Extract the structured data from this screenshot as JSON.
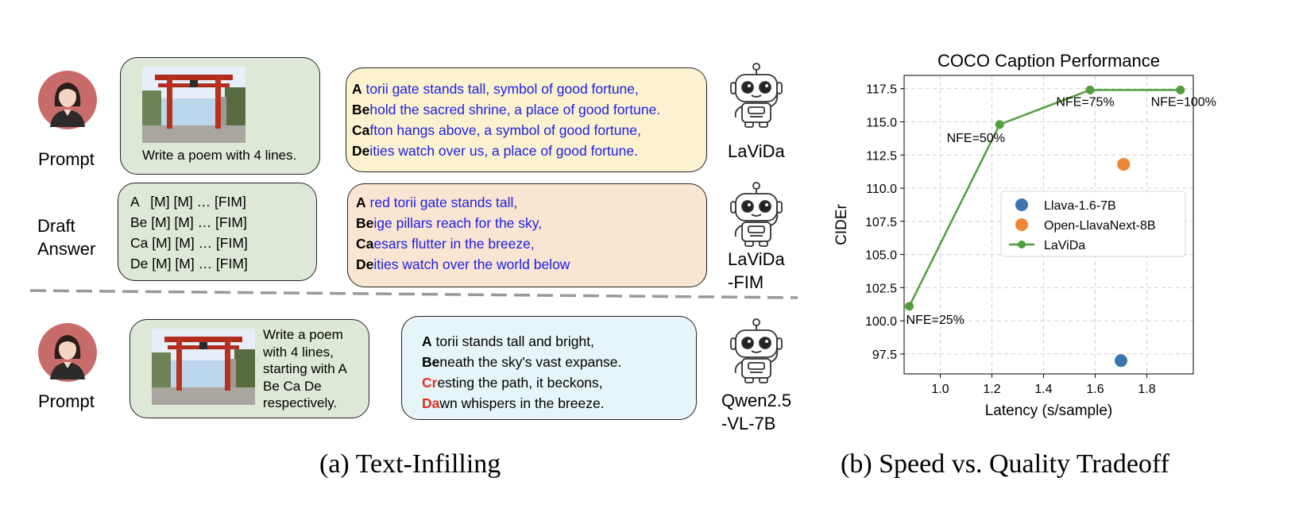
{
  "panel_a": {
    "caption": "(a) Text-Infilling",
    "row1": {
      "label": "Prompt",
      "prompt_text": "Write a poem with 4 lines.",
      "model": "LaViDa",
      "lines": [
        {
          "prefix": "A",
          "rest": " torii gate stands tall, symbol of good fortune,"
        },
        {
          "prefix": "Be",
          "rest": "hold the sacred shrine, a place of good fortune."
        },
        {
          "prefix": "Ca",
          "rest": "fton hangs above, a symbol of good fortune,"
        },
        {
          "prefix": "De",
          "rest": "ities watch over us, a place of good fortune."
        }
      ]
    },
    "row2": {
      "label_line1": "Draft",
      "label_line2": "Answer",
      "draft_lines": [
        "A   [M] [M] … [FIM]",
        "Be [M] [M] … [FIM]",
        "Ca [M] [M] … [FIM]",
        "De [M] [M] … [FIM]"
      ],
      "model_line1": "LaViDa",
      "model_line2": "-FIM",
      "lines": [
        {
          "prefix": "A",
          "rest": " red torii gate stands tall,"
        },
        {
          "prefix": "Be",
          "rest": "ige pillars reach for the sky,"
        },
        {
          "prefix": "Ca",
          "rest": "esars flutter in the breeze,"
        },
        {
          "prefix": "De",
          "rest": "ities watch over the world below"
        }
      ]
    },
    "row3": {
      "label": "Prompt",
      "prompt_lines": [
        "Write a poem",
        "with 4 lines,",
        "starting with A",
        "Be Ca De",
        "respectively."
      ],
      "model_line1": "Qwen2.5",
      "model_line2": "-VL-7B",
      "lines": [
        {
          "prefix": "A",
          "rest": " torii stands tall and bright,",
          "wrong": false
        },
        {
          "prefix": "Be",
          "rest": "neath the sky's vast expanse.",
          "wrong": false
        },
        {
          "prefix": "Cr",
          "rest": "esting the path, it beckons,",
          "wrong": true
        },
        {
          "prefix": "Da",
          "rest": "wn whispers in the breeze.",
          "wrong": true
        }
      ]
    }
  },
  "panel_b": {
    "caption": "(b) Speed vs. Quality Tradeoff"
  },
  "chart_data": {
    "type": "scatter",
    "title": "COCO Caption Performance",
    "xlabel": "Latency (s/sample)",
    "ylabel": "CIDEr",
    "xlim": [
      0.86,
      1.98
    ],
    "ylim": [
      96.0,
      118.5
    ],
    "xticks": [
      1.0,
      1.2,
      1.4,
      1.6,
      1.8
    ],
    "yticks": [
      97.5,
      100.0,
      102.5,
      105.0,
      107.5,
      110.0,
      112.5,
      115.0,
      117.5
    ],
    "grid": true,
    "legend_position": "center-right",
    "series": [
      {
        "name": "Llava-1.6-7B",
        "kind": "scatter",
        "color": "#3b75af",
        "points": [
          {
            "x": 1.7,
            "y": 97.0
          }
        ]
      },
      {
        "name": "Open-LlavaNext-8B",
        "kind": "scatter",
        "color": "#ef8636",
        "points": [
          {
            "x": 1.71,
            "y": 111.8
          }
        ]
      },
      {
        "name": "LaViDa",
        "kind": "line",
        "color": "#519e3e",
        "points": [
          {
            "x": 0.88,
            "y": 101.1,
            "label": "NFE=25%"
          },
          {
            "x": 1.23,
            "y": 114.8,
            "label": "NFE=50%"
          },
          {
            "x": 1.58,
            "y": 117.4,
            "label": "NFE=75%"
          },
          {
            "x": 1.93,
            "y": 117.4,
            "label": "NFE=100%"
          }
        ]
      }
    ]
  }
}
